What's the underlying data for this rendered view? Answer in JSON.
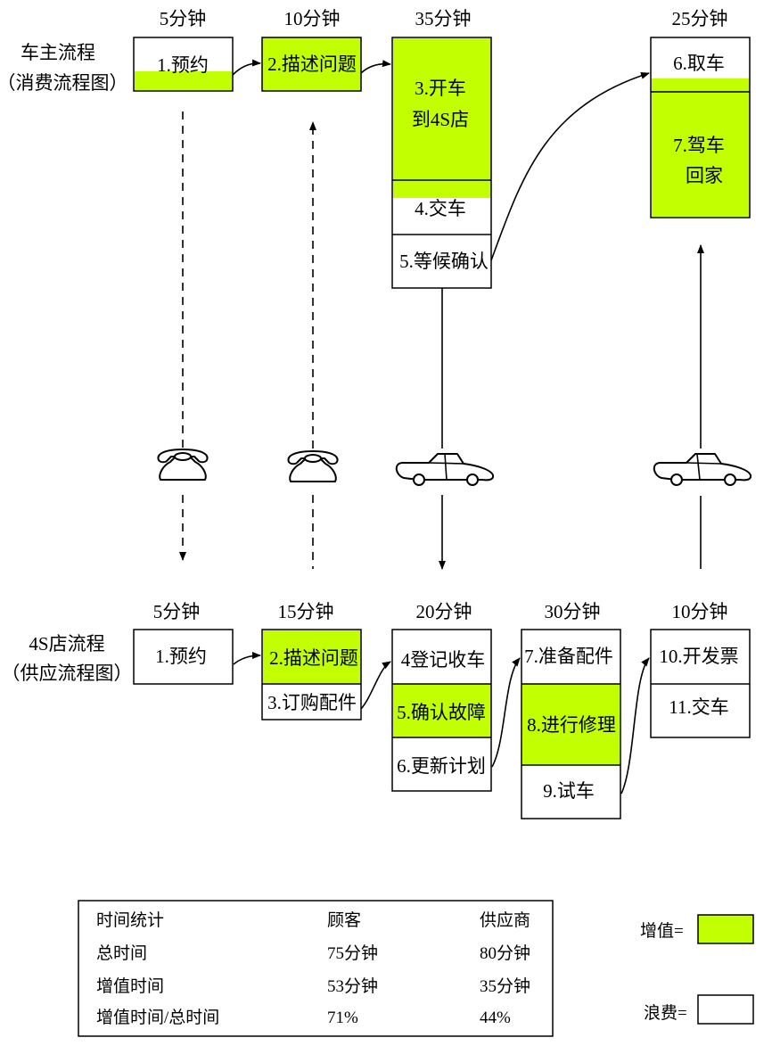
{
  "colors": {
    "value_added": "#c2ff00",
    "waste": "#ffffff",
    "stroke": "#000000"
  },
  "customer": {
    "label_line1": "车主流程",
    "label_line2": "（消费流程图）",
    "stages": [
      {
        "time": "5分钟",
        "steps": [
          "1.预约"
        ]
      },
      {
        "time": "10分钟",
        "steps": [
          "2.描述问题"
        ]
      },
      {
        "time": "35分钟",
        "steps": [
          "3.开车",
          "到4S店",
          "4.交车",
          "5.等候确认"
        ]
      },
      {
        "time": "25分钟",
        "steps": [
          "6.取车",
          "7.驾车",
          "回家"
        ]
      }
    ]
  },
  "dealer": {
    "label_line1": "4S店流程",
    "label_line2": "（供应流程图）",
    "stages": [
      {
        "time": "5分钟",
        "steps": [
          "1.预约"
        ]
      },
      {
        "time": "15分钟",
        "steps": [
          "2.描述问题",
          "3.订购配件"
        ]
      },
      {
        "time": "20分钟",
        "steps": [
          "4登记收车",
          "5.确认故障",
          "6.更新计划"
        ]
      },
      {
        "time": "30分钟",
        "steps": [
          "7.准备配件",
          "8.进行修理",
          "9.试车"
        ]
      },
      {
        "time": "10分钟",
        "steps": [
          "10.开发票",
          "11.交车"
        ]
      }
    ]
  },
  "icons": [
    "telephone-icon",
    "telephone-icon",
    "car-icon",
    "car-icon"
  ],
  "stats": {
    "headers": [
      "时间统计",
      "顾客",
      "供应商"
    ],
    "rows": [
      [
        "总时间",
        "75分钟",
        "80分钟"
      ],
      [
        "增值时间",
        "53分钟",
        "35分钟"
      ],
      [
        "增值时间/总时间",
        "71%",
        "44%"
      ]
    ]
  },
  "legend": {
    "value_added_label": "增值=",
    "waste_label": "浪费="
  }
}
